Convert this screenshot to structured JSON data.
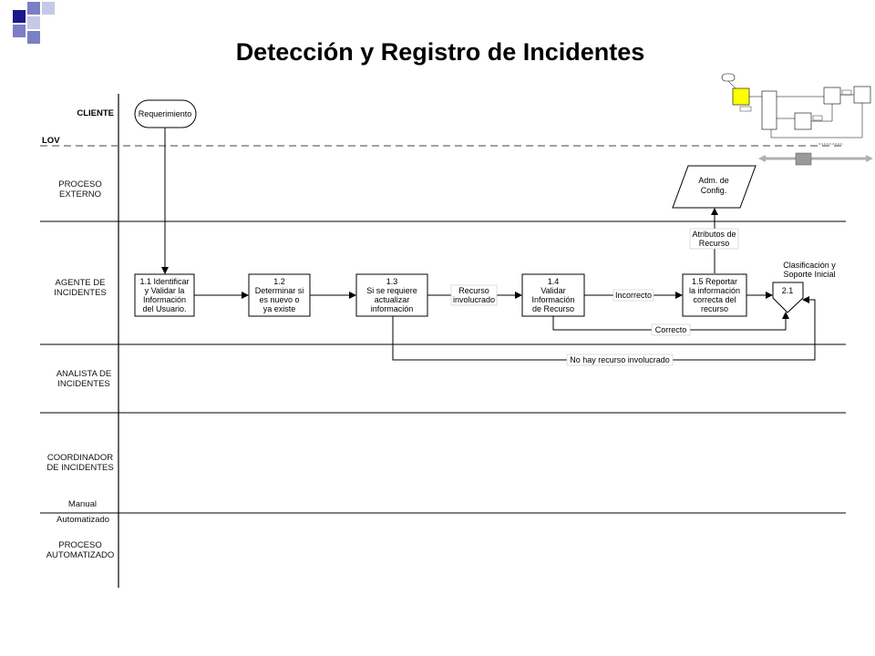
{
  "title": "Detección y Registro de Incidentes",
  "logo": {
    "colors": [
      "#1a1a8a",
      "#7b7fc4",
      "#c6c8e6"
    ]
  },
  "lanes": {
    "cliente": "CLIENTE",
    "lov": "LOV",
    "proceso_externo": [
      "PROCESO",
      "EXTERNO"
    ],
    "agente": [
      "AGENTE DE",
      "INCIDENTES"
    ],
    "analista": [
      "ANALISTA DE",
      "INCIDENTES"
    ],
    "coordinador": [
      "COORDINADOR",
      "DE INCIDENTES"
    ],
    "manual": "Manual",
    "automatizado": "Automatizado",
    "proceso_automatizado": [
      "PROCESO",
      "AUTOMATIZADO"
    ]
  },
  "nodes": {
    "requerimiento": "Requerimiento",
    "n1_1": [
      "1.1 Identificar",
      "y Validar la",
      "Información",
      "del Usuario."
    ],
    "n1_2": [
      "1.2",
      "Determinar si",
      "es nuevo o",
      "ya existe"
    ],
    "n1_3": [
      "1.3",
      "Si se requiere",
      "actualizar",
      "información"
    ],
    "n1_4": [
      "1.4",
      "Validar",
      "Información",
      "de Recurso"
    ],
    "n1_5": [
      "1.5 Reportar",
      "la información",
      "correcta del",
      "recurso"
    ],
    "adm_config": [
      "Adm. de",
      "Config."
    ],
    "connector": "2.1"
  },
  "labels": {
    "recurso_involucrado": [
      "Recurso",
      "involucrado"
    ],
    "incorrecto": "Incorrecto",
    "correcto": "Correcto",
    "no_hay_recurso": "No hay recurso involucrado",
    "atributos": [
      "Atributos de",
      "Recurso"
    ],
    "clasificacion": [
      "Clasificación y",
      "Soporte Inicial"
    ]
  },
  "colors": {
    "thumb_highlight": "#ffff00",
    "lov_line": "#808080"
  }
}
